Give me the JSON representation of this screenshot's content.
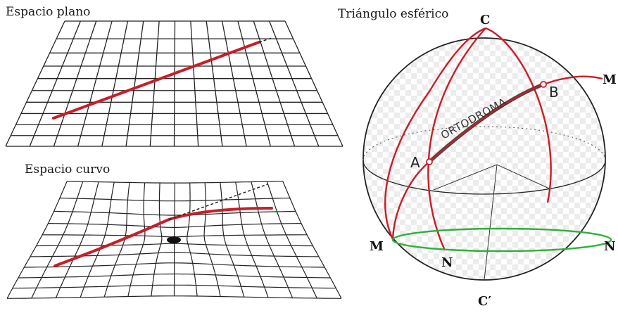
{
  "labels": {
    "flat_space": "Espacio plano",
    "curved_space": "Espacio curvo",
    "spherical_triangle": "Triángulo esférico"
  },
  "sphere_points": {
    "c_top": "C",
    "c_bottom": "C′",
    "m_right": "M",
    "m_left": "M",
    "n_left": "N",
    "n_right": "N",
    "a": "A",
    "b": "B",
    "geodesic": "ORTODROMA"
  },
  "colors": {
    "geodesic_red": "#c81e28",
    "circle_green": "#2fb03a",
    "grid": "#222222",
    "checker": "#e6e6e6"
  }
}
